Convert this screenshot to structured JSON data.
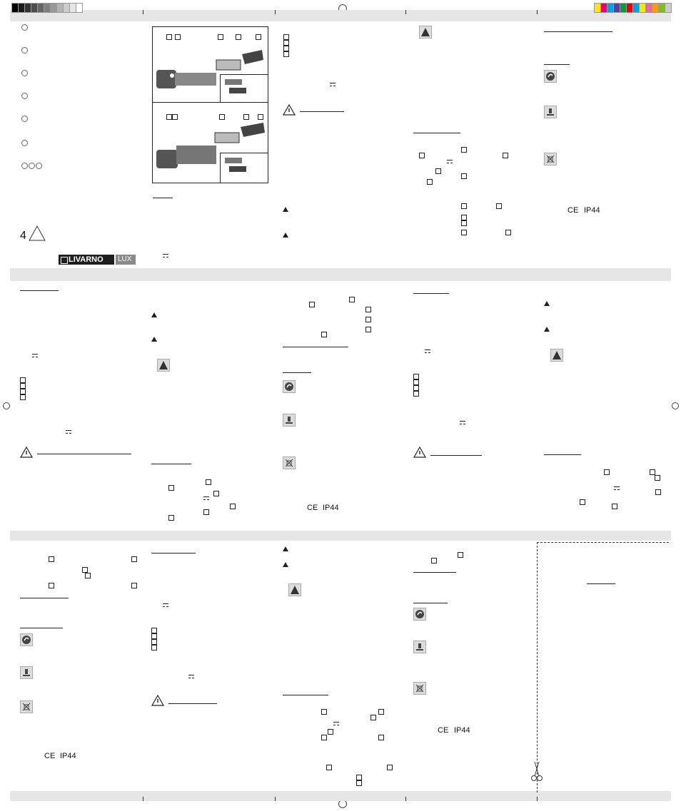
{
  "brand": {
    "name": "LIVARNO",
    "sub": "LUX",
    "color": "#1f1f1f"
  },
  "page_number": "4",
  "compliance": {
    "ce": "CE",
    "ip": "IP44"
  },
  "color_bars": {
    "left": [
      "#000000",
      "#1a1a1a",
      "#333333",
      "#4d4d4d",
      "#666666",
      "#808080",
      "#999999",
      "#b3b3b3",
      "#cccccc",
      "#e6e6e6",
      "#ffffff"
    ],
    "right": [
      "#ffe600",
      "#e6007e",
      "#00a0e9",
      "#5a3e9b",
      "#009e3e",
      "#e60012",
      "#00a0e9",
      "#ffe600",
      "#ea68a2",
      "#f5a200",
      "#7fbe26",
      "#cccccc"
    ]
  },
  "icons": {
    "warning": "warning-triangle-icon",
    "recycle": "recycle-icon",
    "battery": "battery-disposal-icon",
    "bin": "crossed-bin-icon",
    "scissors": "scissors-icon",
    "register": "registration-mark-icon"
  }
}
